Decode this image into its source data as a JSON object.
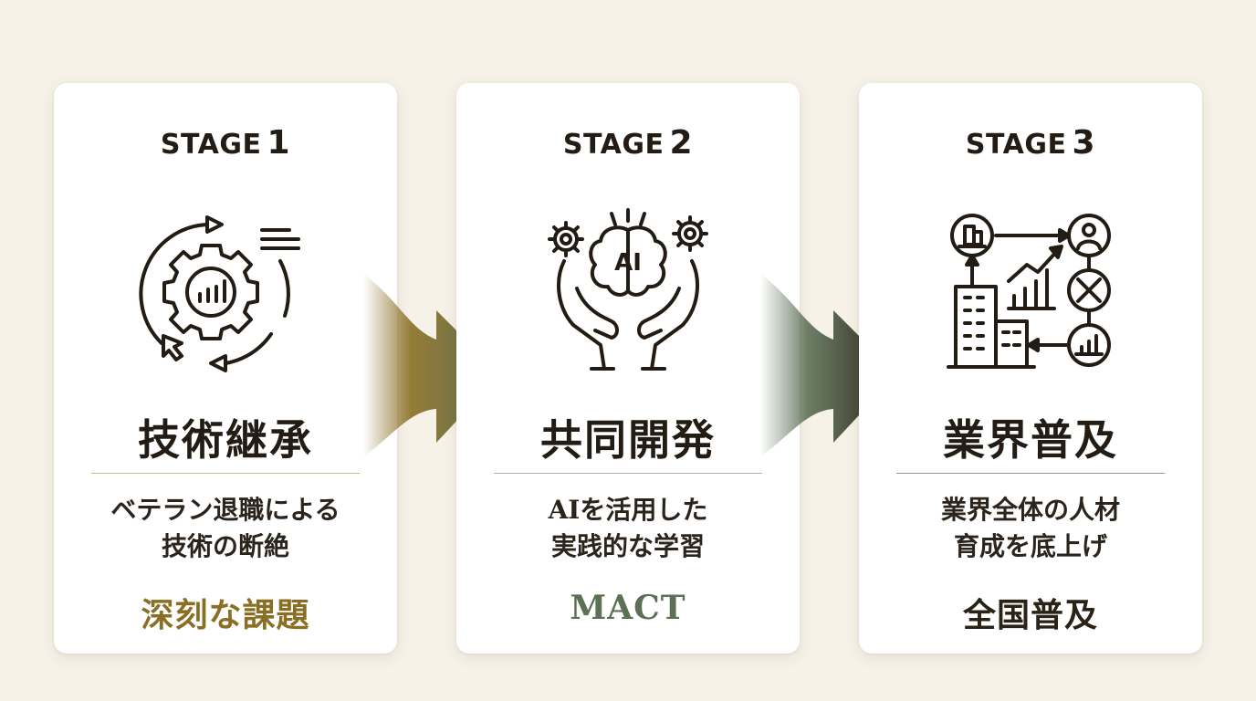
{
  "colors": {
    "background": "#f6f2e8",
    "card": "#ffffff",
    "ink": "#231c14",
    "gold": "#8a6e24",
    "green": "#5c7055",
    "dark": "#2a2117"
  },
  "stages": [
    {
      "label": "STAGE",
      "number": "1",
      "icon": "gear-cycle-chart-icon",
      "title": "技術継承",
      "desc_line1": "ベテラン退職による",
      "desc_line2": "技術の断絶",
      "highlight": "深刻な課題",
      "highlight_color": "#8a6e24"
    },
    {
      "label": "STAGE",
      "number": "2",
      "icon": "ai-brain-hands-icon",
      "title": "共同開発",
      "desc_line1": "AIを活用した",
      "desc_line2": "実践的な学習",
      "highlight": "MACT",
      "highlight_color": "#5c7055"
    },
    {
      "label": "STAGE",
      "number": "3",
      "icon": "industry-network-icon",
      "title": "業界普及",
      "desc_line1": "業界全体の人材",
      "desc_line2": "育成を底上げ",
      "highlight": "全国普及",
      "highlight_color": "#2a2117"
    }
  ],
  "icons": {
    "ai_text": "AI"
  }
}
